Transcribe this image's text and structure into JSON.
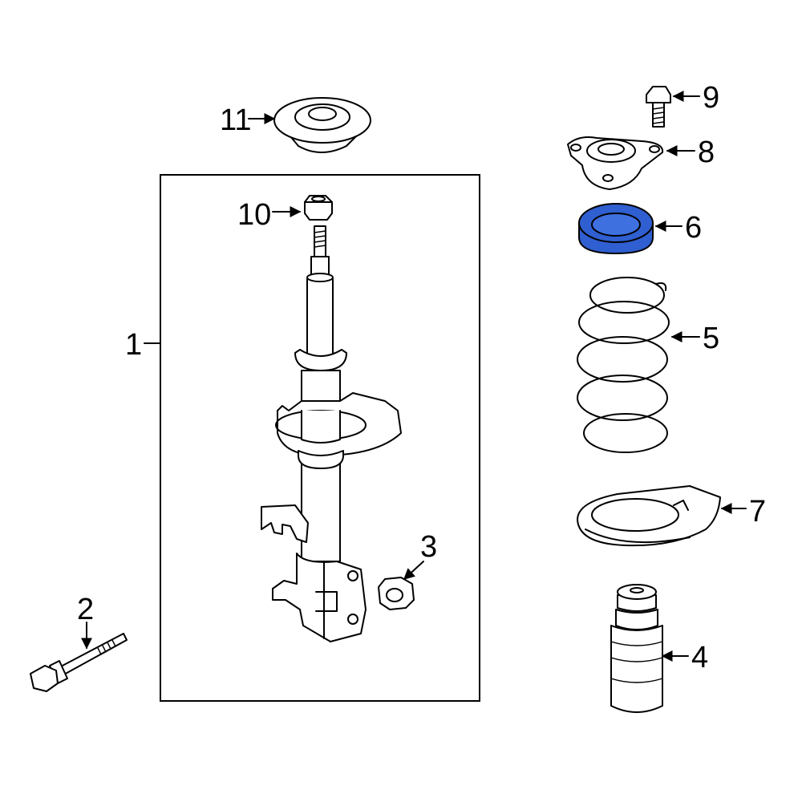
{
  "colors": {
    "highlight": "#2f5fd0",
    "highlight_light": "#3f70e0",
    "line": "#000000",
    "background": "#ffffff"
  },
  "callouts": [
    {
      "id": "1",
      "label": "1"
    },
    {
      "id": "2",
      "label": "2"
    },
    {
      "id": "3",
      "label": "3"
    },
    {
      "id": "4",
      "label": "4"
    },
    {
      "id": "5",
      "label": "5"
    },
    {
      "id": "6",
      "label": "6",
      "highlighted": true
    },
    {
      "id": "7",
      "label": "7"
    },
    {
      "id": "8",
      "label": "8"
    },
    {
      "id": "9",
      "label": "9"
    },
    {
      "id": "10",
      "label": "10"
    },
    {
      "id": "11",
      "label": "11"
    }
  ]
}
